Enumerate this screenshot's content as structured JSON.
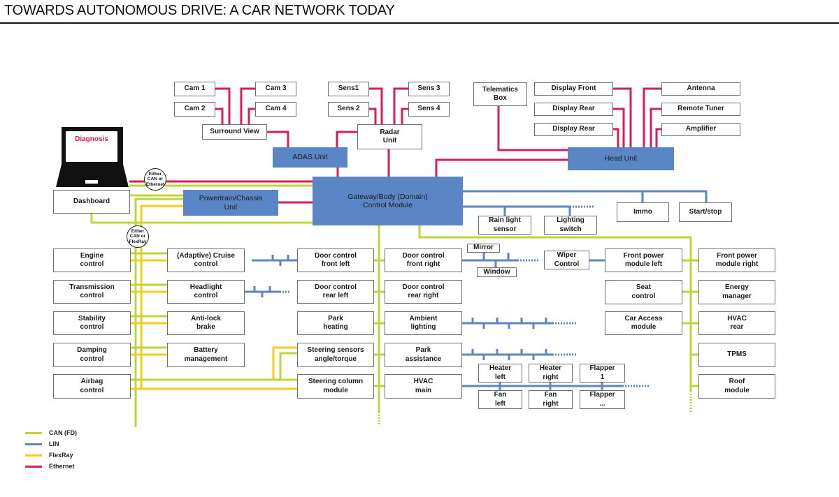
{
  "title": "TOWARDS AUTONOMOUS DRIVE: A CAR NETWORK TODAY",
  "colors": {
    "can": "#bed53a",
    "lin": "#5b86c5",
    "flexray": "#f5cc1e",
    "ethernet": "#d81b5c",
    "domain_unit": "#5b86c5"
  },
  "legend": [
    {
      "label": "CAN (FD)",
      "bus": "can"
    },
    {
      "label": "LIN",
      "bus": "lin"
    },
    {
      "label": "FlexRay",
      "bus": "flexray"
    },
    {
      "label": "Ethernet",
      "bus": "ethernet"
    }
  ],
  "diagnosis": {
    "label": "Diagnosis",
    "icon": "laptop-icon"
  },
  "bubbles": {
    "can_or_ethernet": "Either\nCAN or\nEthernet",
    "can_or_flexray": "Either\nCAN or\nFlexRay"
  },
  "domain_units": {
    "adas": "ADAS Unit",
    "head": "Head Unit",
    "gateway": "Gateway/Body (Domain)\nControl Module",
    "powertrain": "Powertrain/Chassis\nUnit"
  },
  "camera_group": {
    "cams": [
      "Cam 1",
      "Cam 2",
      "Cam 3",
      "Cam 4"
    ],
    "surround_view": "Surround View"
  },
  "sensor_group": {
    "sensors": [
      "Sens1",
      "Sens 2",
      "Sens 3",
      "Sens 4"
    ],
    "radar": "Radar\nUnit"
  },
  "infotainment": {
    "telematics": "Telematics\nBox",
    "displays": [
      "Display Front",
      "Display Rear",
      "Display Rear"
    ],
    "radio": [
      "Antenna",
      "Remote Tuner",
      "Amplifier"
    ]
  },
  "dashboard": "Dashboard",
  "gateway_lin": [
    "Immo",
    "Start/stop",
    "Rain light\nsensor",
    "Lighting\nswitch"
  ],
  "chassis_col1": [
    "Engine\ncontrol",
    "Transmission\ncontrol",
    "Stability\ncontrol",
    "Damping\ncontrol",
    "Airbag\ncontrol"
  ],
  "chassis_col2": [
    "(Adaptive) Cruise\ncontrol",
    "Headlight\ncontrol",
    "Anti-lock\nbrake",
    "Battery\nmanagement"
  ],
  "body_col1": [
    "Door control\nfront left",
    "Door control\nrear left",
    "Park\nheating",
    "Steering sensors\nangle/torque",
    "Steering column\nmodule"
  ],
  "body_col2": [
    "Door control\nfront right",
    "Door control\nrear right",
    "Ambient\nlighting",
    "Park\nassistance",
    "HVAC\nmain"
  ],
  "door_lin": {
    "mirror": "Mirror",
    "window": "Window",
    "wiper": "Wiper\nControl"
  },
  "hvac_lin": {
    "top": [
      "Heater\nleft",
      "Heater\nright",
      "Flapper\n1"
    ],
    "bottom": [
      "Fan\nleft",
      "Fan\nright",
      "Flapper\n..."
    ]
  },
  "right_col1": [
    "Front power\nmodule left",
    "Seat\ncontrol",
    "Car Access\nmodule"
  ],
  "right_col2": [
    "Front power\nmodule right",
    "Energy\nmanager",
    "HVAC\nrear",
    "TPMS",
    "Roof\nmodule"
  ]
}
